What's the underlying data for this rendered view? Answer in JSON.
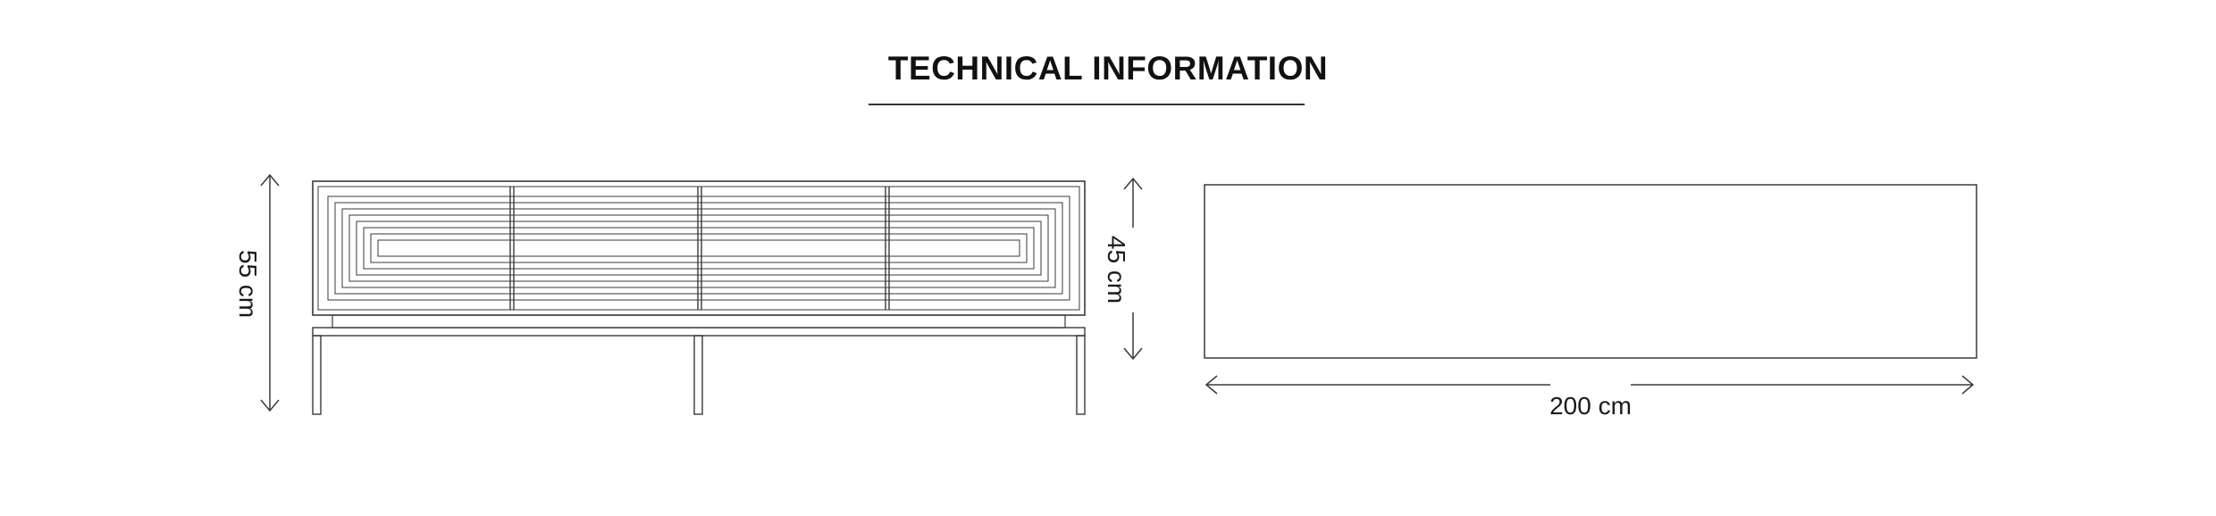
{
  "title": "TECHNICAL INFORMATION",
  "dimensions": {
    "height_total": "55 cm",
    "height_body": "45 cm",
    "width": "200 cm"
  },
  "colors": {
    "line": "#3a3a3a",
    "title": "#111111",
    "background": "#ffffff"
  }
}
